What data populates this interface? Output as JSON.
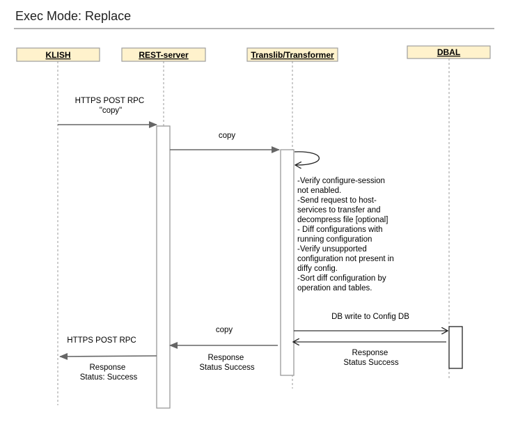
{
  "title": "Exec Mode: Replace",
  "colors": {
    "header_fill": "#fff2cc",
    "header_stroke": "#9e9e9e",
    "line": "#666666",
    "lifeline": "#999999",
    "text": "#000000"
  },
  "participants": [
    {
      "name": "KLISH"
    },
    {
      "name": "REST-server"
    },
    {
      "name": "Translib/Transformer"
    },
    {
      "name": "DBAL"
    }
  ],
  "messages": [
    {
      "id": "https-post-rpc-copy",
      "lines": [
        "HTTPS POST RPC",
        "\"copy\""
      ]
    },
    {
      "id": "copy-to-translib",
      "lines": [
        "copy"
      ]
    },
    {
      "id": "translib-notes",
      "lines": [
        "-Verify configure-session",
        "not enabled.",
        "-Send request to host-",
        "services to transfer and",
        "decompress file [optional]",
        "- Diff configurations with",
        "running configuration",
        "-Verify unsupported",
        "configuration not present in",
        "diffy config.",
        "-Sort diff configuration by",
        "operation and tables."
      ]
    },
    {
      "id": "db-write",
      "lines": [
        "DB write to Config DB"
      ]
    },
    {
      "id": "dbal-response",
      "lines": [
        "Response",
        "Status Success"
      ]
    },
    {
      "id": "copy-return",
      "lines": [
        "copy"
      ]
    },
    {
      "id": "rest-response",
      "lines": [
        "Response",
        "Status Success"
      ]
    },
    {
      "id": "https-post-rpc-return",
      "lines": [
        "HTTPS POST RPC"
      ]
    },
    {
      "id": "klish-response",
      "lines": [
        "Response",
        "Status: Success"
      ]
    }
  ]
}
